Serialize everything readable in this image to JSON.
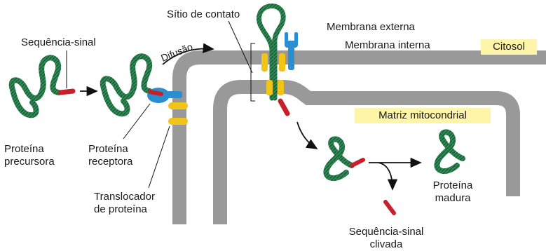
{
  "labels": {
    "signal_sequence": "Sequência-sinal",
    "precursor_protein": [
      "Proteína",
      "precursora"
    ],
    "receptor_protein": [
      "Proteína",
      "receptora"
    ],
    "protein_translocator": [
      "Translocador",
      "de proteína"
    ],
    "contact_site": "Sítio de contato",
    "diffusion": "Difusão",
    "outer_membrane": "Membrana externa",
    "inner_membrane": "Membrana interna",
    "cytosol": "Citosol",
    "mitochondrial_matrix": "Matriz mitocondrial",
    "mature_protein": [
      "Proteína",
      "madura"
    ],
    "cleaved_signal_sequence": [
      "Sequência-sinal",
      "clivada"
    ]
  },
  "colors": {
    "membrane": "#999999",
    "protein": "#2f8a55",
    "signal_sequence": "#c8202a",
    "receptor": "#2a8fd0",
    "translocator": "#f2c418",
    "label_box": "#fff5a8"
  }
}
